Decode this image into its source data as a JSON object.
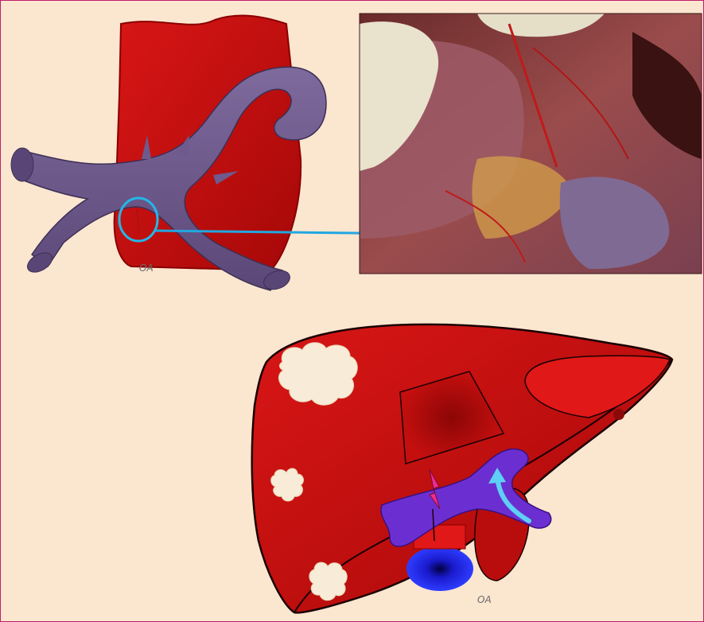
{
  "labels": {
    "top_oa": "OA",
    "bottom_oa": "OA"
  },
  "colors": {
    "background": "#fbe6d0",
    "frame": "#c21c6a",
    "liver_red": "#c80f0f",
    "vein_purple": "#6e5a8c",
    "portal_purple": "#6b2fd1",
    "arrow_blue": "#2aa9e0",
    "lightning": "#ef2b8d",
    "tumor": "#f7ead6",
    "dark_outline": "#1a0000"
  },
  "photo": {
    "description_icon": "surgical-photo"
  }
}
